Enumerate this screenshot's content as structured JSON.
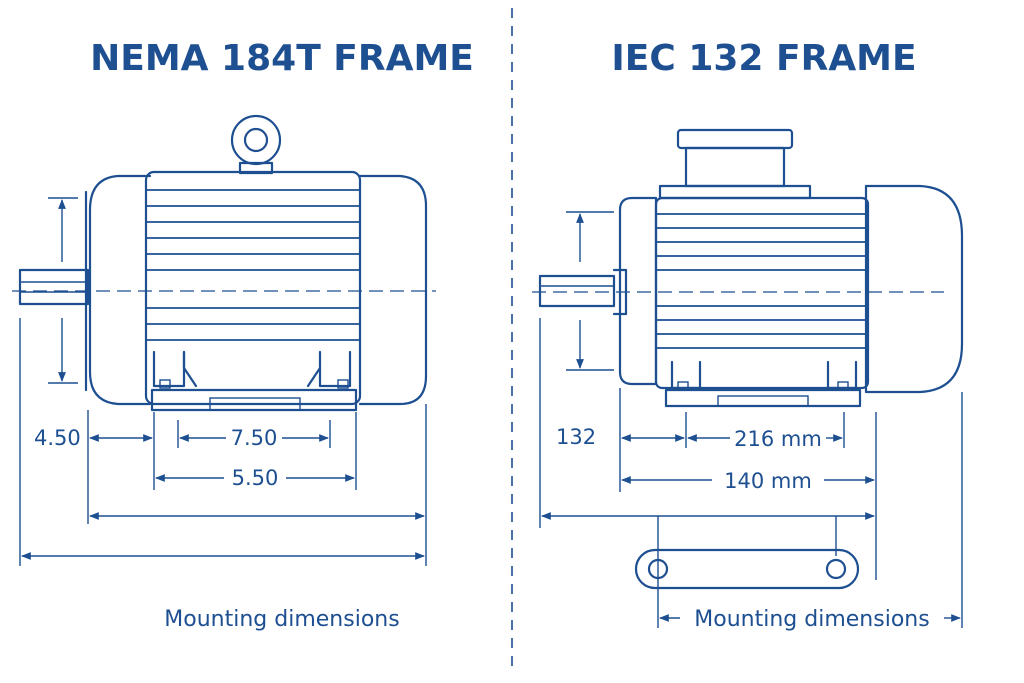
{
  "colors": {
    "ink": "#1d4f91",
    "background": "#ffffff"
  },
  "left_panel": {
    "title": "NEMA 184T FRAME",
    "dim_a": "4.50",
    "dim_b": "7.50",
    "dim_c": "5.50",
    "caption": "Mounting dimensions"
  },
  "right_panel": {
    "title": "IEC 132 FRAME",
    "dim_a": "132",
    "dim_b": "216 mm",
    "dim_c": "140 mm",
    "caption": "Mounting dimensions"
  }
}
